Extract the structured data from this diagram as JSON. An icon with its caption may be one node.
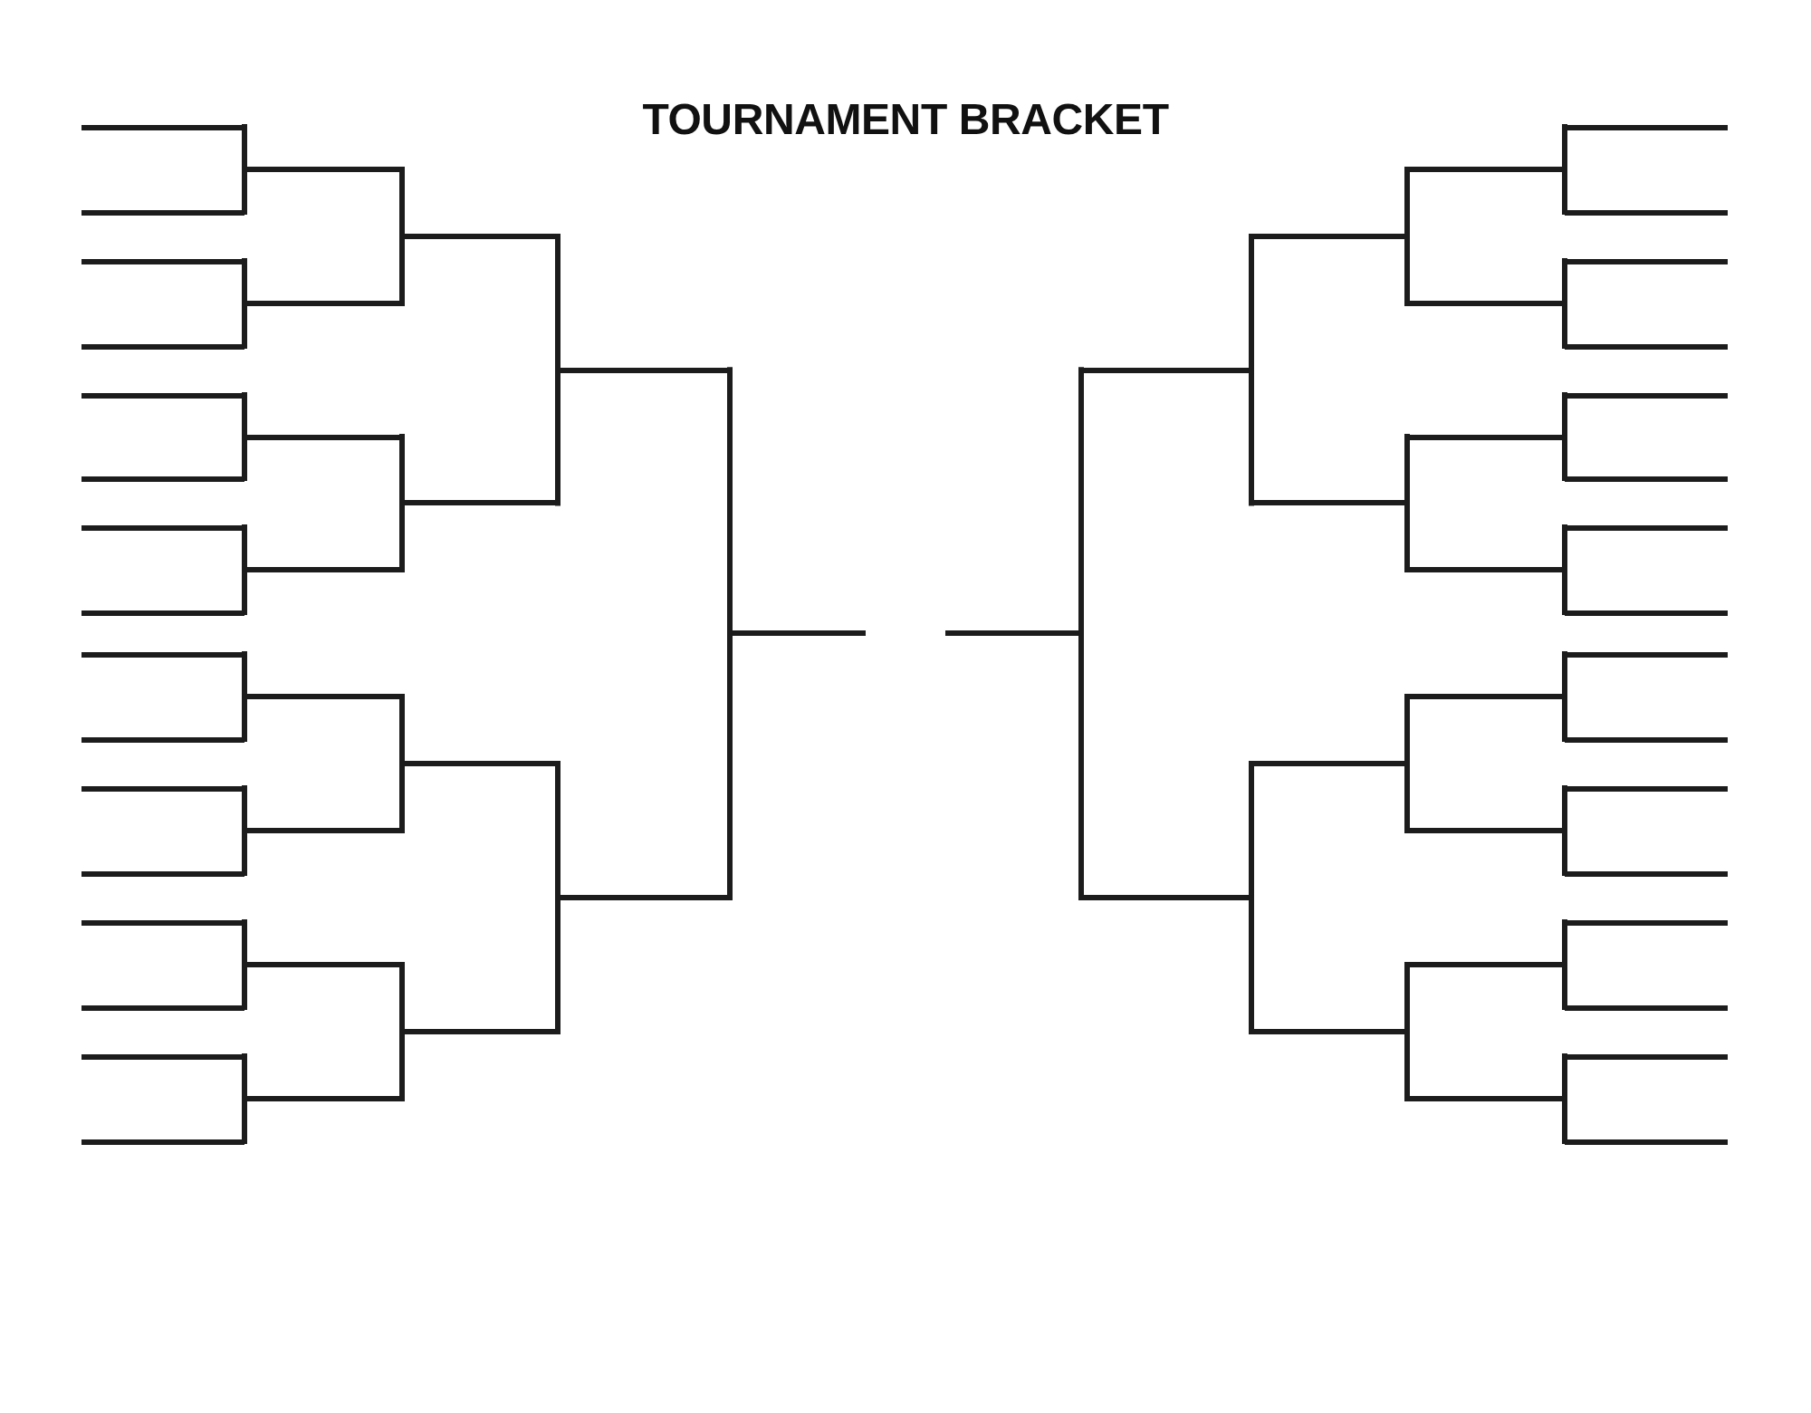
{
  "diagram": {
    "title": "TOURNAMENT BRACKET",
    "nodes": [
      {
        "text": [],
        "shape": "line"
      },
      {
        "text": [],
        "shape": "line"
      },
      {
        "text": [],
        "shape": "line"
      },
      {
        "text": [],
        "shape": "line"
      },
      {
        "text": [],
        "shape": "line"
      },
      {
        "text": [],
        "shape": "line"
      },
      {
        "text": [],
        "shape": "line"
      },
      {
        "text": [],
        "shape": "line"
      },
      {
        "text": [],
        "shape": "line"
      },
      {
        "text": [],
        "shape": "line"
      },
      {
        "text": [],
        "shape": "line"
      },
      {
        "text": [],
        "shape": "line"
      },
      {
        "text": [],
        "shape": "line"
      },
      {
        "text": [],
        "shape": "line"
      },
      {
        "text": [],
        "shape": "line"
      },
      {
        "text": [],
        "shape": "line"
      },
      {
        "text": [],
        "shape": "line"
      },
      {
        "text": [],
        "shape": "line"
      },
      {
        "text": [],
        "shape": "line"
      },
      {
        "text": [],
        "shape": "line"
      },
      {
        "text": [],
        "shape": "line"
      },
      {
        "text": [],
        "shape": "line"
      },
      {
        "text": [],
        "shape": "line"
      },
      {
        "text": [],
        "shape": "line"
      },
      {
        "text": [],
        "shape": "line"
      },
      {
        "text": [],
        "shape": "line"
      },
      {
        "text": [],
        "shape": "line"
      },
      {
        "text": [],
        "shape": "line"
      },
      {
        "text": [],
        "shape": "line"
      },
      {
        "text": [],
        "shape": "line"
      },
      {
        "text": [],
        "shape": "line"
      },
      {
        "text": [],
        "shape": "line"
      },
      {
        "text": [],
        "shape": "line"
      },
      {
        "text": [],
        "shape": "line"
      },
      {
        "text": [],
        "shape": "line"
      },
      {
        "text": [],
        "shape": "line"
      },
      {
        "text": [],
        "shape": "line"
      },
      {
        "text": [],
        "shape": "line"
      },
      {
        "text": [],
        "shape": "line"
      },
      {
        "text": [],
        "shape": "line"
      },
      {
        "text": [],
        "shape": "line"
      },
      {
        "text": [],
        "shape": "line"
      },
      {
        "text": [],
        "shape": "line"
      },
      {
        "text": [],
        "shape": "line"
      },
      {
        "text": [],
        "shape": "line"
      },
      {
        "text": [],
        "shape": "line"
      },
      {
        "text": [],
        "shape": "line"
      },
      {
        "text": [],
        "shape": "line"
      },
      {
        "text": [],
        "shape": "line"
      },
      {
        "text": [],
        "shape": "line"
      },
      {
        "text": [],
        "shape": "line"
      },
      {
        "text": [],
        "shape": "line"
      },
      {
        "text": [],
        "shape": "line"
      },
      {
        "text": [],
        "shape": "line"
      },
      {
        "text": [],
        "shape": "line"
      },
      {
        "text": [],
        "shape": "line"
      },
      {
        "text": [],
        "shape": "line"
      },
      {
        "text": [],
        "shape": "line"
      },
      {
        "text": [],
        "shape": "line"
      },
      {
        "text": [],
        "shape": "line"
      },
      {
        "text": [],
        "shape": "line"
      },
      {
        "text": [],
        "shape": "line"
      }
    ],
    "edges": [
      {
        "from": 0,
        "to": 16,
        "arrow": "none"
      },
      {
        "from": 1,
        "to": 16,
        "arrow": "none"
      },
      {
        "from": 2,
        "to": 17,
        "arrow": "none"
      },
      {
        "from": 3,
        "to": 17,
        "arrow": "none"
      },
      {
        "from": 4,
        "to": 18,
        "arrow": "none"
      },
      {
        "from": 5,
        "to": 18,
        "arrow": "none"
      },
      {
        "from": 6,
        "to": 19,
        "arrow": "none"
      },
      {
        "from": 7,
        "to": 19,
        "arrow": "none"
      },
      {
        "from": 8,
        "to": 20,
        "arrow": "none"
      },
      {
        "from": 9,
        "to": 20,
        "arrow": "none"
      },
      {
        "from": 10,
        "to": 21,
        "arrow": "none"
      },
      {
        "from": 11,
        "to": 21,
        "arrow": "none"
      },
      {
        "from": 12,
        "to": 22,
        "arrow": "none"
      },
      {
        "from": 13,
        "to": 22,
        "arrow": "none"
      },
      {
        "from": 14,
        "to": 23,
        "arrow": "none"
      },
      {
        "from": 15,
        "to": 23,
        "arrow": "none"
      },
      {
        "from": 16,
        "to": 24,
        "arrow": "none"
      },
      {
        "from": 17,
        "to": 24,
        "arrow": "none"
      },
      {
        "from": 18,
        "to": 25,
        "arrow": "none"
      },
      {
        "from": 19,
        "to": 25,
        "arrow": "none"
      },
      {
        "from": 20,
        "to": 26,
        "arrow": "none"
      },
      {
        "from": 21,
        "to": 26,
        "arrow": "none"
      },
      {
        "from": 22,
        "to": 27,
        "arrow": "none"
      },
      {
        "from": 23,
        "to": 27,
        "arrow": "none"
      },
      {
        "from": 24,
        "to": 28,
        "arrow": "none"
      },
      {
        "from": 25,
        "to": 28,
        "arrow": "none"
      },
      {
        "from": 26,
        "to": 29,
        "arrow": "none"
      },
      {
        "from": 27,
        "to": 29,
        "arrow": "none"
      },
      {
        "from": 28,
        "to": 30,
        "arrow": "none"
      },
      {
        "from": 29,
        "to": 30,
        "arrow": "none"
      },
      {
        "from": 46,
        "to": 38,
        "arrow": "none"
      },
      {
        "from": 47,
        "to": 38,
        "arrow": "none"
      },
      {
        "from": 48,
        "to": 39,
        "arrow": "none"
      },
      {
        "from": 49,
        "to": 39,
        "arrow": "none"
      },
      {
        "from": 50,
        "to": 40,
        "arrow": "none"
      },
      {
        "from": 51,
        "to": 40,
        "arrow": "none"
      },
      {
        "from": 52,
        "to": 41,
        "arrow": "none"
      },
      {
        "from": 53,
        "to": 41,
        "arrow": "none"
      },
      {
        "from": 54,
        "to": 42,
        "arrow": "none"
      },
      {
        "from": 55,
        "to": 42,
        "arrow": "none"
      },
      {
        "from": 56,
        "to": 43,
        "arrow": "none"
      },
      {
        "from": 57,
        "to": 43,
        "arrow": "none"
      },
      {
        "from": 58,
        "to": 44,
        "arrow": "none"
      },
      {
        "from": 59,
        "to": 44,
        "arrow": "none"
      },
      {
        "from": 60,
        "to": 45,
        "arrow": "none"
      },
      {
        "from": 61,
        "to": 45,
        "arrow": "none"
      },
      {
        "from": 38,
        "to": 34,
        "arrow": "none"
      },
      {
        "from": 39,
        "to": 34,
        "arrow": "none"
      },
      {
        "from": 40,
        "to": 35,
        "arrow": "none"
      },
      {
        "from": 41,
        "to": 35,
        "arrow": "none"
      },
      {
        "from": 42,
        "to": 36,
        "arrow": "none"
      },
      {
        "from": 43,
        "to": 36,
        "arrow": "none"
      },
      {
        "from": 44,
        "to": 37,
        "arrow": "none"
      },
      {
        "from": 45,
        "to": 37,
        "arrow": "none"
      },
      {
        "from": 34,
        "to": 32,
        "arrow": "none"
      },
      {
        "from": 35,
        "to": 32,
        "arrow": "none"
      },
      {
        "from": 36,
        "to": 33,
        "arrow": "none"
      },
      {
        "from": 37,
        "to": 33,
        "arrow": "none"
      },
      {
        "from": 32,
        "to": 31,
        "arrow": "none"
      },
      {
        "from": 33,
        "to": 31,
        "arrow": "none"
      }
    ]
  }
}
